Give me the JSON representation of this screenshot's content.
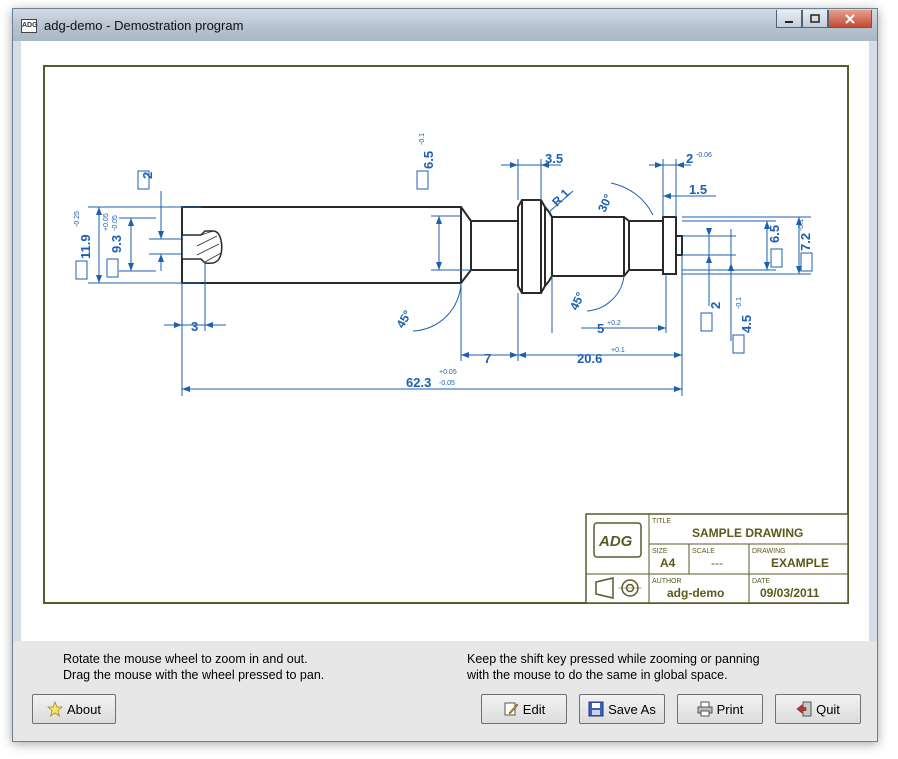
{
  "window": {
    "title": "adg-demo - Demostration program",
    "icon_text": "ADG"
  },
  "drawing": {
    "dimensions": {
      "d_2_left": "2",
      "d_11_9": "11.9",
      "d_11_9_tol": "-0.25",
      "d_9_3": "9.3",
      "d_9_3_tol_up": "+0.05",
      "d_9_3_tol_low": "-0.05",
      "d_3": "3",
      "d_6_5_top": "6.5",
      "d_6_5_top_tol": "-0.1",
      "d_45_left": "45°",
      "d_7": "7",
      "d_62_3": "62.3",
      "d_62_3_tol_up": "+0.05",
      "d_62_3_tol_low": "-0.05",
      "d_3_5": "3.5",
      "d_r1": "R 1",
      "d_30": "30°",
      "d_45_right": "45°",
      "d_5": "5",
      "d_5_tol": "+0.2",
      "d_20_6": "20.6",
      "d_20_6_tol": "+0.1",
      "d_2_top": "2",
      "d_2_top_tol": "-0.06",
      "d_1_5": "1.5",
      "d_6_5_right": "6.5",
      "d_7_2": "7.2",
      "d_7_2_tol": "-0.1",
      "d_2_right": "2",
      "d_4_5": "4.5",
      "d_4_5_tol": "-0.1"
    },
    "titleblock": {
      "title_label": "TITLE",
      "title_value": "SAMPLE DRAWING",
      "size_label": "SIZE",
      "size_value": "A4",
      "scale_label": "SCALE",
      "scale_value": "---",
      "drawing_label": "DRAWING",
      "drawing_value": "EXAMPLE",
      "author_label": "AUTHOR",
      "author_value": "adg-demo",
      "date_label": "DATE",
      "date_value": "09/03/2011",
      "logo_text": "ADG"
    }
  },
  "hints": {
    "left_line1": "Rotate the mouse wheel to zoom in and out.",
    "left_line2": "Drag the mouse with the wheel pressed to pan.",
    "right_line1": "Keep the shift key pressed while zooming or panning",
    "right_line2": "with the mouse to do the same in global space."
  },
  "buttons": {
    "about": "About",
    "edit": "Edit",
    "save_as": "Save As",
    "print": "Print",
    "quit": "Quit"
  },
  "colors": {
    "frame": "#5a5a2a",
    "dimension": "#1d5fb0",
    "part": "#2a2a2a",
    "titleblock_text": "#5a5a1a"
  }
}
